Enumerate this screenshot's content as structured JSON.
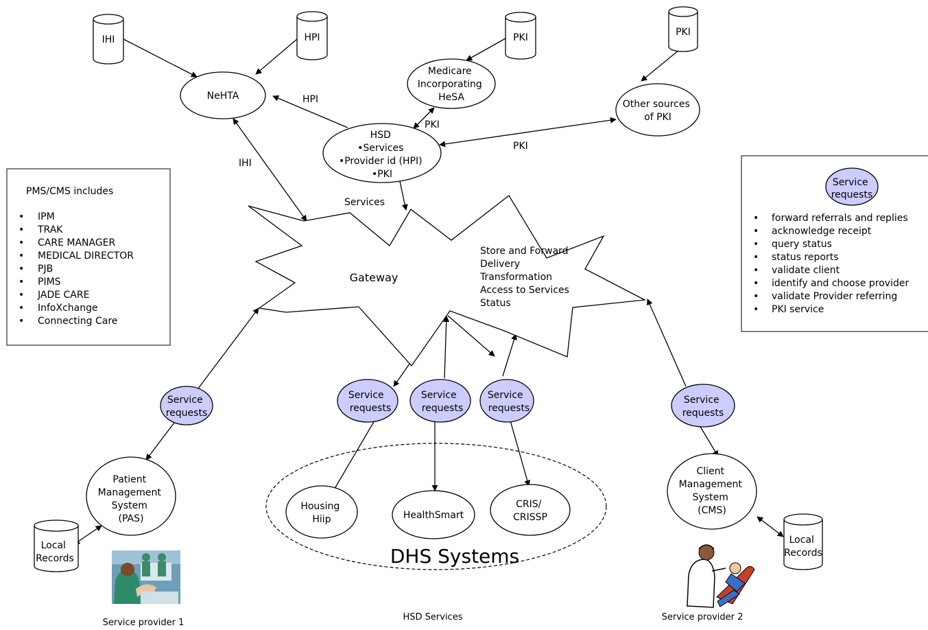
{
  "colors": {
    "service_fill": "#ccccff",
    "stroke": "#000000",
    "background": "#ffffff"
  },
  "databases": {
    "ihi": "IHI",
    "hpi": "HPI",
    "pki_medicare": "PKI",
    "pki_other": "PKI",
    "local_records_left": [
      "Local",
      "Records"
    ],
    "local_records_right": [
      "Local",
      "Records"
    ]
  },
  "nodes": {
    "nehta": "NeHTA",
    "medicare": [
      "Medicare",
      "Incorporating",
      "HeSA"
    ],
    "other_pki": [
      "Other sources",
      "of PKI"
    ],
    "hsd": [
      "HSD",
      "•Services",
      "•Provider id (HPI)",
      "•PKI"
    ],
    "gateway": "Gateway",
    "gateway_functions": [
      "Store and Forward",
      "Delivery",
      "Transformation",
      "Access to Services",
      "Status"
    ],
    "pas": [
      "Patient",
      "Management",
      "System",
      "(PAS)"
    ],
    "cms": [
      "Client",
      "Management",
      "System",
      "(CMS)"
    ],
    "housing": [
      "Housing",
      "Hiip"
    ],
    "healthsmart": "HealthSmart",
    "cris": [
      "CRIS/",
      "CRISSP"
    ],
    "dhs_systems": "DHS Systems"
  },
  "service_request": [
    "Service",
    "requests"
  ],
  "edge_labels": {
    "hpi": "HPI",
    "ihi": "IHI",
    "pki_medicare": "PKI",
    "pki_other": "PKI",
    "services": "Services"
  },
  "pms_box": {
    "title": "PMS/CMS includes",
    "items": [
      "IPM",
      "TRAK",
      "CARE MANAGER",
      "MEDICAL DIRECTOR",
      "PJB",
      "PIMS",
      "JADE CARE",
      "InfoXchange",
      "Connecting Care"
    ]
  },
  "service_box": {
    "items": [
      "forward referrals and replies",
      "acknowledge receipt",
      "query status",
      "status reports",
      "validate client",
      "identify and choose provider",
      "validate Provider referring",
      "PKI service"
    ]
  },
  "captions": {
    "provider1": "Service provider 1",
    "hsd_services": "HSD Services",
    "provider2": "Service provider 2"
  }
}
